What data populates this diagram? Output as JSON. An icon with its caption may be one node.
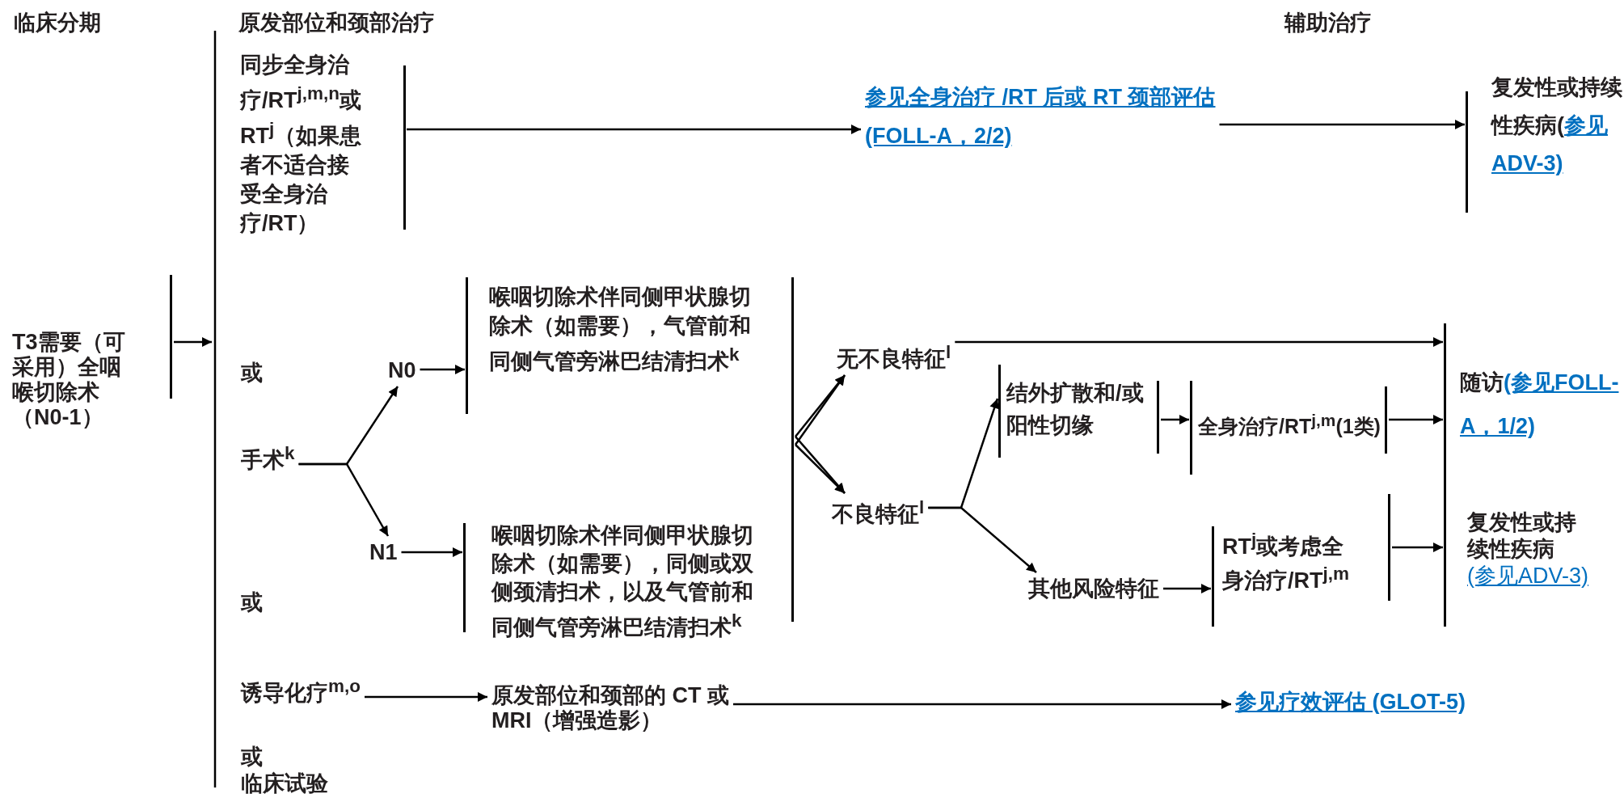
{
  "diagram": {
    "nodes": [
      {
        "text": [
          "T3需要（可采用）全咽喉切除术（N0-1）"
        ]
      },
      {
        "text": [
          "同步全身治疗/RT$^{j,m,n}$或RT$^{j}$（如果患者不适合接受全身治疗/RT）"
        ]
      },
      {
        "text": [
          "参见全身治疗 /RT 后或 RT 颈部评估(FOLL-A，2/2)"
        ]
      },
      {
        "text": [
          "复发性或持续性疾病(",
          "参见ADV-3)"
        ]
      },
      {
        "text": [
          "手术$^{k}$"
        ]
      },
      {
        "text": [
          "N0"
        ]
      },
      {
        "text": [
          "喉咽切除术伴同侧甲状腺切除术（如需要），气管前和同侧气管旁淋巴结清扫术$^{k}$"
        ]
      },
      {
        "text": [
          "N1"
        ]
      },
      {
        "text": [
          "喉咽切除术伴同侧甲状腺切除术（如需要），同侧或双侧颈清扫术，以及气管前和同侧气管旁淋巴结清扫术$^{k}$"
        ]
      },
      {
        "text": [
          "无不良特征$^{l}$"
        ]
      },
      {
        "text": [
          "不良特征$^{l}$"
        ]
      },
      {
        "text": [
          "结外扩散和/或阳性切缘"
        ]
      },
      {
        "text": [
          "其他风险特征"
        ]
      },
      {
        "text": [
          "随访",
          "(参见FOLL-A，1/2)"
        ]
      },
      {
        "text": [
          "全身治疗/RT$^{j,m}$(1类)"
        ]
      },
      {
        "text": [
          "RT$^{j}$或考虑全身治疗/RT$^{j,m}$"
        ]
      },
      {
        "text": [
          "复发性或持续性疾病",
          "(参见ADV-3)"
        ]
      },
      {
        "text": [
          "诱导化疗$^{m,o}$"
        ]
      },
      {
        "text": [
          "原发部位和颈部的 CT 或 MRI（增强造影）"
        ]
      },
      {
        "text": [
          "参见疗效评估 (GLOT-5)"
        ]
      }
    ],
    "edges": [
      {
        "from": 0,
        "to": null,
        "arrow": "to"
      },
      {
        "from": 1,
        "to": 2,
        "arrow": "to"
      },
      {
        "from": 2,
        "to": 3,
        "arrow": "to"
      },
      {
        "from": 4,
        "to": 5,
        "arrow": "to"
      },
      {
        "from": 4,
        "to": 7,
        "arrow": "to"
      },
      {
        "from": 5,
        "to": 6,
        "arrow": "to"
      },
      {
        "from": 7,
        "to": 8,
        "arrow": "to"
      },
      {
        "from": 6,
        "to": 9,
        "arrow": "to"
      },
      {
        "from": 6,
        "to": 10,
        "arrow": "to"
      },
      {
        "from": 8,
        "to": 9,
        "arrow": "to"
      },
      {
        "from": 8,
        "to": 10,
        "arrow": "to"
      },
      {
        "from": 9,
        "to": 13,
        "arrow": "to"
      },
      {
        "from": 10,
        "to": 11,
        "arrow": "to"
      },
      {
        "from": 10,
        "to": 12,
        "arrow": "to"
      },
      {
        "from": 11,
        "to": 14,
        "arrow": "to"
      },
      {
        "from": 14,
        "to": 13,
        "arrow": "to"
      },
      {
        "from": 12,
        "to": 15,
        "arrow": "to"
      },
      {
        "from": 15,
        "to": 16,
        "arrow": "to"
      },
      {
        "from": 17,
        "to": 18,
        "arrow": "to"
      },
      {
        "from": 18,
        "to": 19,
        "arrow": "to"
      }
    ],
    "labels": [
      "临床分期",
      "原发部位和颈部治疗",
      "辅助治疗",
      "或",
      "或",
      "或",
      "临床试验"
    ]
  }
}
